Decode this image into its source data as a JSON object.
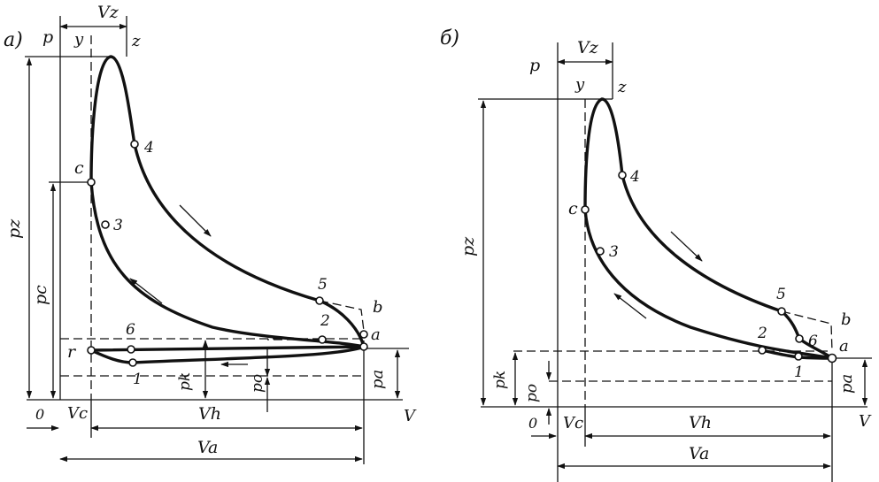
{
  "panels": [
    {
      "id": "a",
      "panel_label": "а)",
      "axis_labels": {
        "p": "p",
        "V": "V",
        "origin": "0"
      },
      "dimension_labels": {
        "vz": "Vz",
        "vc": "Vc",
        "vh": "Vh",
        "va": "Va",
        "pz": "pz",
        "pc": "pc",
        "pk": "pk",
        "po": "po",
        "pa": "pa"
      },
      "point_labels": {
        "y": "y",
        "z": "z",
        "c": "c",
        "r": "r",
        "b": "b",
        "a": "a",
        "p1": "1",
        "p2": "2",
        "p3": "3",
        "p4": "4",
        "p5": "5",
        "p6": "6"
      }
    },
    {
      "id": "b",
      "panel_label": "б)",
      "axis_labels": {
        "p": "p",
        "V": "V",
        "origin": "0"
      },
      "dimension_labels": {
        "vz": "Vz",
        "vc": "Vc",
        "vh": "Vh",
        "va": "Va",
        "pz": "pz",
        "pk": "pk",
        "po": "po",
        "pa": "pa"
      },
      "point_labels": {
        "y": "y",
        "z": "z",
        "c": "c",
        "b": "b",
        "a": "a",
        "p1": "1",
        "p2": "2",
        "p3": "3",
        "p4": "4",
        "p5": "5",
        "p6": "6"
      }
    }
  ]
}
